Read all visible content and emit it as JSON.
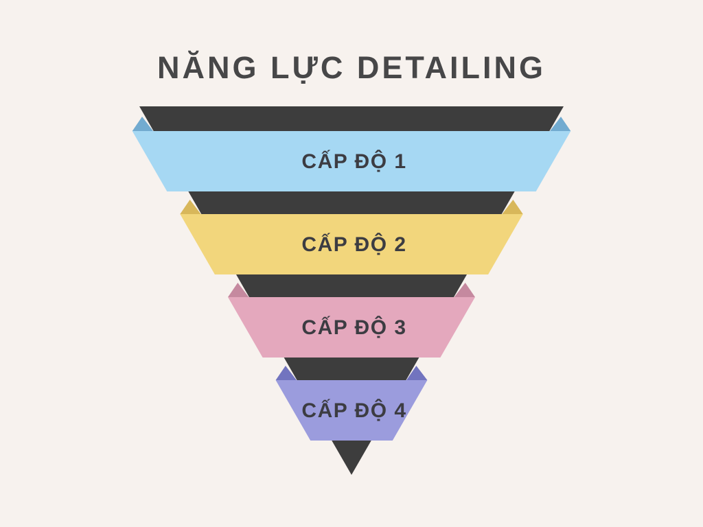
{
  "title": "NĂNG LỰC DETAILING",
  "colors": {
    "background": "#f7f2ee",
    "backdrop": "#3d3d3d",
    "title_ink": "#474748",
    "label_ink": "#3c3c42"
  },
  "levels": [
    {
      "label": "CẤP ĐỘ 1",
      "color": "#a6d8f3",
      "fold_color": "#72abd0"
    },
    {
      "label": "CẤP ĐỘ 2",
      "color": "#f2d67c",
      "fold_color": "#d8b75a"
    },
    {
      "label": "CẤP ĐỘ 3",
      "color": "#e4a8bd",
      "fold_color": "#c5899f"
    },
    {
      "label": "CẤP ĐỘ 4",
      "color": "#9b9cdd",
      "fold_color": "#7274bf"
    }
  ]
}
